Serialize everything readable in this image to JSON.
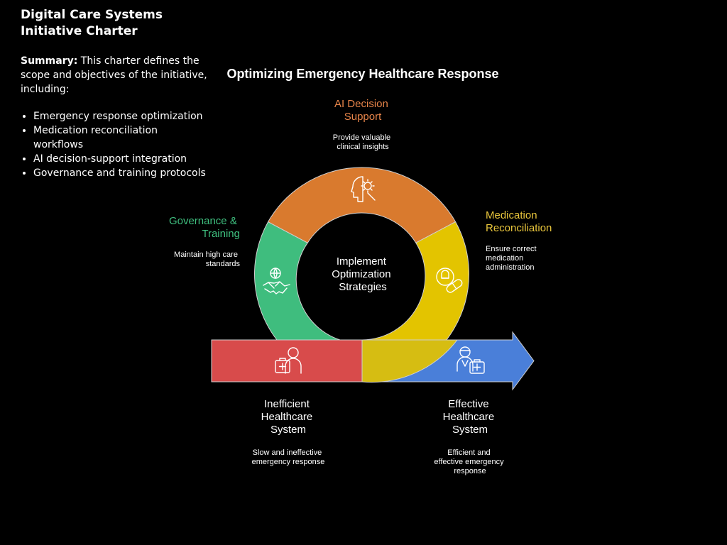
{
  "charter": {
    "title": "Digital Care Systems Initiative Charter",
    "summary_label": "Summary:",
    "summary_text": " This charter defines the scope and objectives of the initiative, including:",
    "items": [
      "Emergency response optimization",
      "Medication reconciliation workflows",
      "AI decision-support integration",
      "Governance and training protocols"
    ]
  },
  "diagram": {
    "title": "Optimizing Emergency Healthcare Response",
    "center": [
      "Implement",
      "Optimization",
      "Strategies"
    ],
    "segments": {
      "ai": {
        "heading": [
          "AI Decision",
          "Support"
        ],
        "desc": [
          "Provide valuable",
          "clinical insights"
        ],
        "color": "#d97a2e",
        "label_color": "#e8854a",
        "icon": "head-gear-icon"
      },
      "medication": {
        "heading": [
          "Medication",
          "Reconciliation"
        ],
        "desc": [
          "Ensure correct",
          "medication",
          "administration"
        ],
        "color": "#e3c400",
        "label_color": "#e9c63c",
        "icon": "pill-capsule-icon"
      },
      "governance": {
        "heading": [
          "Governance &",
          "Training"
        ],
        "desc": [
          "Maintain high care",
          "standards"
        ],
        "color": "#3fbd7e",
        "label_color": "#3fbf7f",
        "icon": "handshake-globe-icon"
      }
    },
    "inefficient": {
      "heading": [
        "Inefficient",
        "Healthcare",
        "System"
      ],
      "desc": [
        "Slow and ineffective",
        "emergency response"
      ],
      "color": "#d84b4b",
      "icon": "person-medkit-icon"
    },
    "effective": {
      "heading": [
        "Effective",
        "Healthcare",
        "System"
      ],
      "desc": [
        "Efficient and",
        "effective emergency",
        "response"
      ],
      "color": "#4a7fd9",
      "icon": "doctor-medkit-icon"
    }
  }
}
